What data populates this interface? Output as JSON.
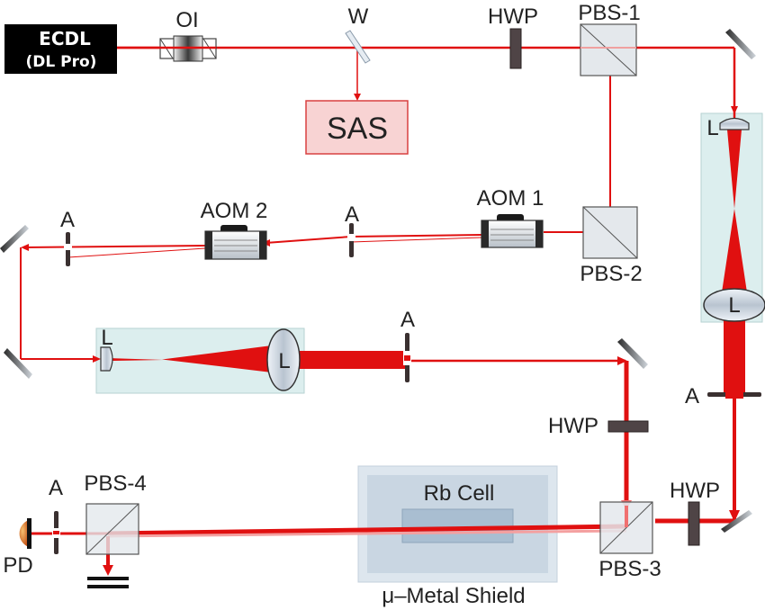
{
  "labels": {
    "laser_line1": "ECDL",
    "laser_line2": "(DL Pro)",
    "optical_isolator": "OI",
    "window": "W",
    "hwp_top": "HWP",
    "pbs1": "PBS-1",
    "sas": "SAS",
    "aom1": "AOM 1",
    "aom2": "AOM 2",
    "aperture_top_left": "A",
    "aperture_top_mid": "A",
    "pbs2": "PBS-2",
    "lens_right_top": "L",
    "lens_right_big": "L",
    "aperture_right": "A",
    "lens_mid_small": "L",
    "lens_mid_big": "L",
    "aperture_mid": "A",
    "hwp_mid": "HWP",
    "hwp_bottom": "HWP",
    "pbs3": "PBS-3",
    "rb_cell": "Rb Cell",
    "shield": "μ–Metal Shield",
    "pbs4": "PBS-4",
    "aperture_bottom": "A",
    "photodiode": "PD"
  },
  "colors": {
    "beam": "#e01010",
    "sas_fill": "#f8d3d3",
    "sas_stroke": "#d94040",
    "telescope_panel": "#dceeee",
    "shield_outer": "#dde6ee",
    "shield_inner": "#c9d6e2",
    "cell_fill": "#a9bed1",
    "laser_box": "#000000"
  }
}
